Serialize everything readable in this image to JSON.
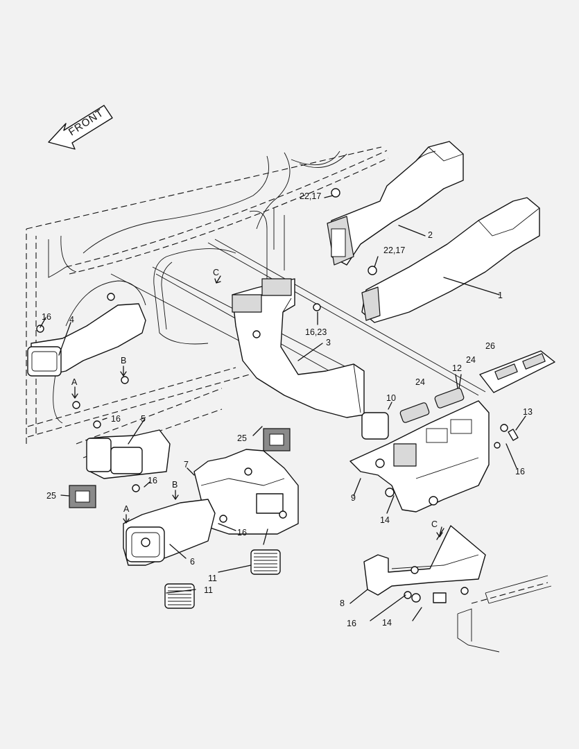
{
  "diagram": {
    "direction_label": "FRONT",
    "callouts": {
      "c1": "1",
      "c2": "2",
      "c3": "3",
      "c4": "4",
      "c5": "5",
      "c6": "6",
      "c7": "7",
      "c8": "8",
      "c9": "9",
      "c10": "10",
      "c11a": "11",
      "c11b": "11",
      "c12": "12",
      "c13": "13",
      "c14a": "14",
      "c14b": "14",
      "c16a": "16",
      "c16b": "16",
      "c16c": "16",
      "c16d": "16",
      "c16e": "16",
      "c16f": "16",
      "c1623": "16,23",
      "c2217a": "22,17",
      "c2217b": "22,17",
      "c24a": "24",
      "c24b": "24",
      "c25a": "25",
      "c25b": "25",
      "c26": "26"
    },
    "detail_marks": {
      "a1": "A",
      "a2": "A",
      "b1": "B",
      "b2": "B",
      "cc1": "C",
      "cc2": "C"
    }
  }
}
